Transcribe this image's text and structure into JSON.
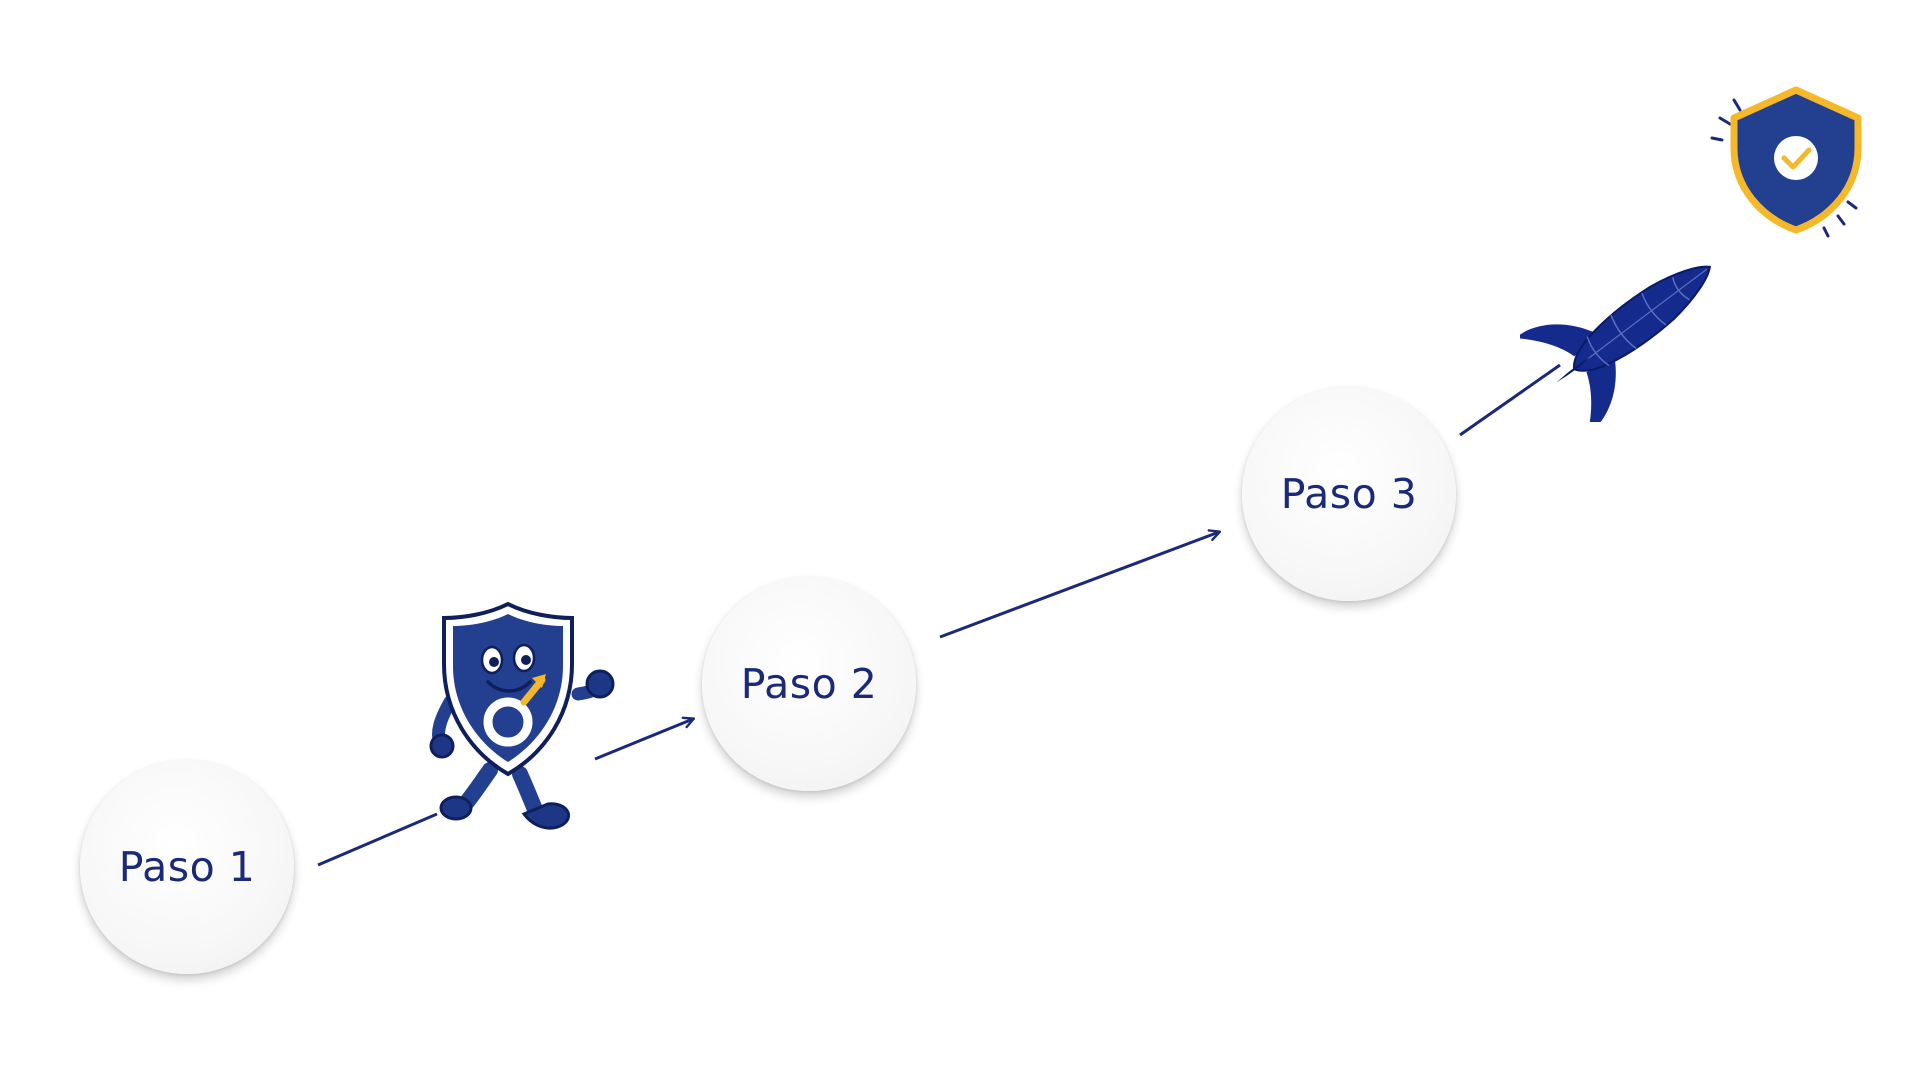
{
  "steps": [
    {
      "label": "Paso 1"
    },
    {
      "label": "Paso 2"
    },
    {
      "label": "Paso 3"
    }
  ],
  "colors": {
    "navy": "#1b2a78",
    "shield_blue": "#22408f",
    "gold": "#f4b82a",
    "circle_fill": "#f7f7f7"
  },
  "icons": [
    "shield-mascot-icon",
    "rocket-icon",
    "shield-check-icon"
  ]
}
